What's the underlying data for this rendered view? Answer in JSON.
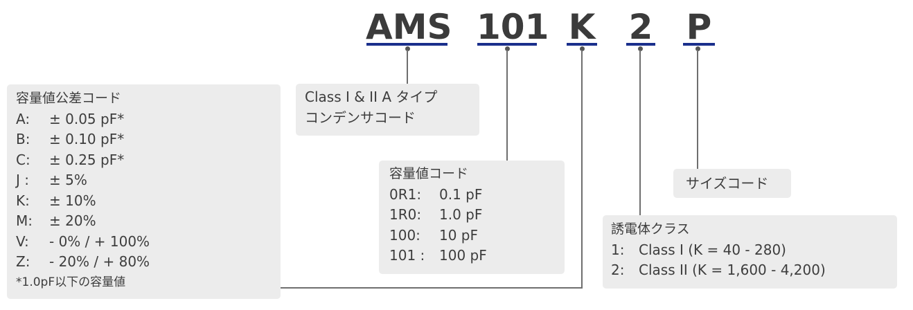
{
  "part_code": {
    "segments": [
      "AMS",
      "101",
      "K",
      "2",
      "P"
    ]
  },
  "class_box": {
    "lines": [
      "Class I & II A タイプ",
      "コンデンサコード"
    ]
  },
  "tolerance_box": {
    "title": "容量値公差コード",
    "rows": [
      {
        "code": "A:",
        "value": "± 0.05 pF*"
      },
      {
        "code": "B:",
        "value": "± 0.10 pF*"
      },
      {
        "code": "C:",
        "value": "± 0.25 pF*"
      },
      {
        "code": "J :",
        "value": "± 5%"
      },
      {
        "code": "K:",
        "value": "± 10%"
      },
      {
        "code": "M:",
        "value": "± 20%"
      },
      {
        "code": "V:",
        "value": "- 0% / + 100%"
      },
      {
        "code": "Z:",
        "value": "- 20% / + 80%"
      }
    ],
    "footnote": "*1.0pF以下の容量値"
  },
  "capacitance_box": {
    "title": "容量値コード",
    "rows": [
      {
        "code": "0R1:",
        "value": "0.1 pF"
      },
      {
        "code": "1R0:",
        "value": "1.0 pF"
      },
      {
        "code": "100:",
        "value": "10 pF"
      },
      {
        "code": "101 :",
        "value": "100 pF"
      }
    ]
  },
  "size_box": {
    "label": "サイズコード"
  },
  "dielectric_box": {
    "title": "誘電体クラス",
    "rows": [
      {
        "code": "1:",
        "value": "Class I (K = 40 - 280)"
      },
      {
        "code": "2:",
        "value": "Class II (K = 1,600 - 4,200)"
      }
    ]
  },
  "colors": {
    "underline": "#1a2f8c",
    "box_background": "#ececec",
    "connector": "#6e6e6e"
  }
}
